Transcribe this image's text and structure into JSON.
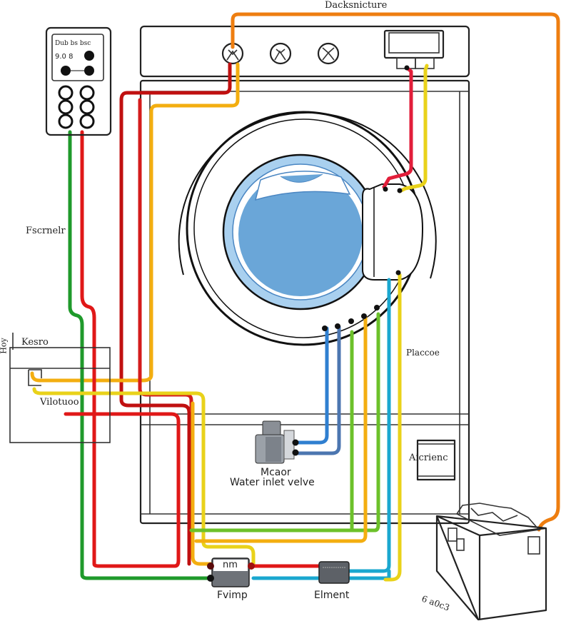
{
  "diagram": {
    "title": "Washing machine wiring diagram",
    "labels": {
      "top": "Dacksnicture",
      "left_vertical": "Fscrnelr",
      "left_box_top": "Kesro",
      "left_box_side": "Hoy",
      "left_box_inner": "Vilotuoo",
      "right_side": "Placcoe",
      "right_module": "Aicrienc",
      "motor_line1": "Mcaor",
      "motor_line2": "Water inlet velve",
      "pump_inner": "nm",
      "pump": "Fvimp",
      "element": "Elment",
      "battery": "6 a0c3"
    },
    "components": [
      {
        "id": "control-panel",
        "name": "Control panel"
      },
      {
        "id": "washer-body",
        "name": "Washer cabinet"
      },
      {
        "id": "drum-door",
        "name": "Drum / door window"
      },
      {
        "id": "door-lock",
        "name": "Door lock module"
      },
      {
        "id": "knob-1",
        "name": "Selector knob 1"
      },
      {
        "id": "knob-2",
        "name": "Selector knob 2"
      },
      {
        "id": "knob-3",
        "name": "Selector knob 3"
      },
      {
        "id": "display",
        "name": "Display unit"
      },
      {
        "id": "left-box",
        "name": "Left terminal box"
      },
      {
        "id": "motor-valve",
        "name": "Motor / water inlet valve"
      },
      {
        "id": "pump",
        "name": "Pump"
      },
      {
        "id": "element",
        "name": "Heating element"
      },
      {
        "id": "right-module",
        "name": "Right control module"
      },
      {
        "id": "battery",
        "name": "Battery / power source"
      }
    ],
    "wire_colors": {
      "red": "#d41c1c",
      "dark_red": "#c01010",
      "yellow": "#e9d21a",
      "amber": "#f3ae10",
      "orange": "#ee7e10",
      "green": "#1f9a2b",
      "lime": "#6cc12a",
      "blue": "#2f7fd0",
      "steel_blue": "#4c76b0",
      "cyan": "#1aa7cf",
      "drum_blue": "#6aa6d8",
      "drum_ring": "#a9d0ef"
    }
  }
}
